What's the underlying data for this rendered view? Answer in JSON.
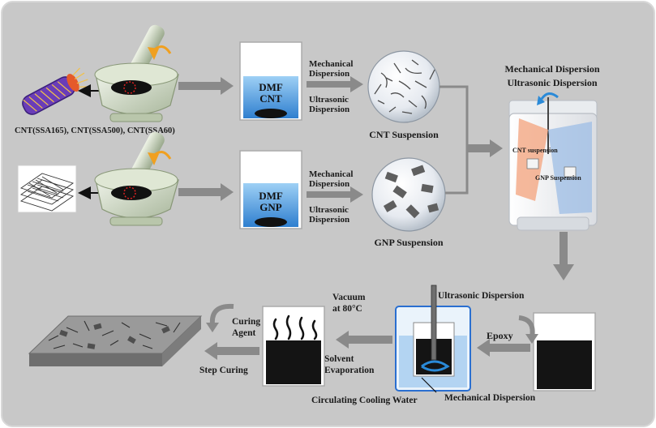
{
  "labels": {
    "cnt_types": "CNT(SSA165), CNT(SSA500), CNT(SSA60)",
    "beaker1_line1": "DMF",
    "beaker1_line2": "CNT",
    "beaker2_line1": "DMF",
    "beaker2_line2": "GNP",
    "mech1_line1": "Mechanical",
    "mech1_line2": "Dispersion",
    "ultra1_line1": "Ultrasonic",
    "ultra1_line2": "Dispersion",
    "mech2_line1": "Mechanical",
    "mech2_line2": "Dispersion",
    "ultra2_line1": "Ultrasonic",
    "ultra2_line2": "Dispersion",
    "cnt_suspension": "CNT Suspension",
    "gnp_suspension": "GNP Suspension",
    "mixer_title1": "Mechanical Dispersion",
    "mixer_title2": "Ultrasonic Dispersion",
    "mixer_cnt": "CNT suspension",
    "mixer_gnp": "GNP Suspension",
    "epoxy": "Epoxy",
    "ultrasonic_dispersion": "Ultrasonic Dispersion",
    "mechanical_dispersion": "Mechanical Dispersion",
    "cooling_water": "Circulating Cooling Water",
    "vacuum_line1": "Vacuum",
    "vacuum_line2": "at 80°C",
    "solvent_line1": "Solvent",
    "solvent_line2": "Evaporation",
    "curing_line1": "Curing",
    "curing_line2": "Agent",
    "step_curing": "Step Curing"
  },
  "colors": {
    "background": "#c8c8c8",
    "arrow": "#8a8a8a",
    "dmf_liquid": "#3f8fd6",
    "mixture": "#141414",
    "twist_arrow": "#f0a020",
    "stir_arrow": "#2a8ad8"
  }
}
